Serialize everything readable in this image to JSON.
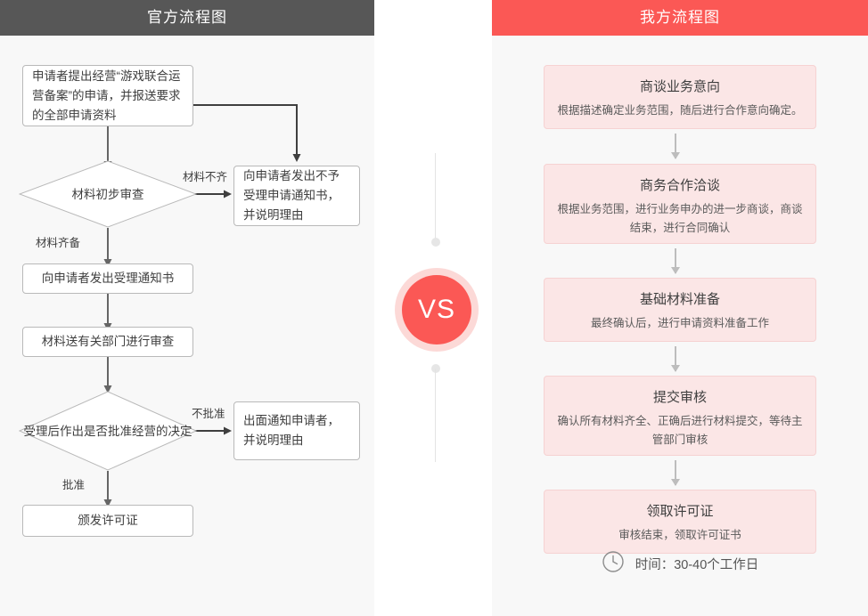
{
  "panels": {
    "left": {
      "header": "官方流程图",
      "header_color": "#575757",
      "nodes": {
        "n1": "申请者提出经营“游戏联合运营备案”的申请，并报送要求的全部申请资料",
        "d1": "材料初步审查",
        "reject1": "向申请者发出不予受理申请通知书，并说明理由",
        "n2": "向申请者发出受理通知书",
        "n3": "材料送有关部门进行审查",
        "d2": "受理后作出是否批准经营的决定",
        "reject2": "出面通知申请者，并说明理由",
        "n4": "颁发许可证"
      },
      "edge_labels": {
        "e1": "材料不齐",
        "e2": "材料齐备",
        "e3": "不批准",
        "e4": "批准"
      }
    },
    "right": {
      "header": "我方流程图",
      "header_color": "#fb5855",
      "cards": [
        {
          "title": "商谈业务意向",
          "desc": "根据描述确定业务范围，随后进行合作意向确定。"
        },
        {
          "title": "商务合作洽谈",
          "desc": "根据业务范围，进行业务申办的进一步商谈，商谈结束，进行合同确认"
        },
        {
          "title": "基础材料准备",
          "desc": "最终确认后，进行申请资料准备工作"
        },
        {
          "title": "提交审核",
          "desc": "确认所有材料齐全、正确后进行材料提交，等待主管部门审核"
        },
        {
          "title": "领取许可证",
          "desc": "审核结束，领取许可证书"
        }
      ],
      "footer": {
        "icon": "clock-icon",
        "text": "时间：30-40个工作日"
      }
    }
  },
  "divider": {
    "label": "VS",
    "circle_color": "#fb5855",
    "ring_color": "#fcd9d7",
    "line_color": "#e3e3e3"
  }
}
